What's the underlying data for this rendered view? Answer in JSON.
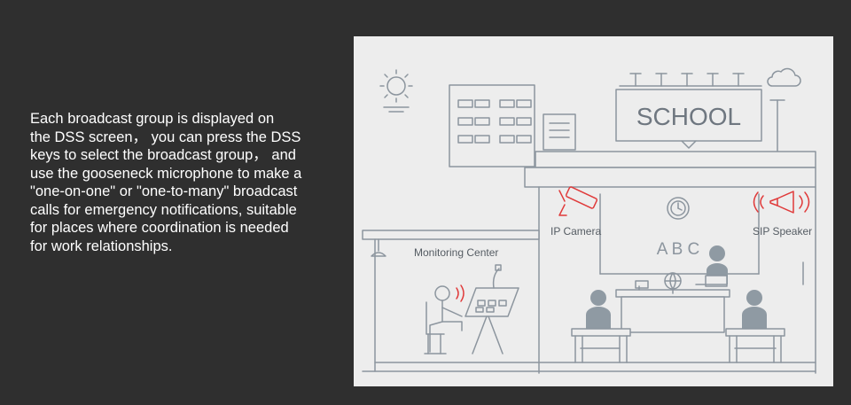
{
  "description": "Each broadcast group is displayed on\nthe DSS screen， you can press the DSS\nkeys to select the broadcast group， and\nuse the gooseneck microphone to make a\n\"one-on-one\" or \"one-to-many\" broadcast\ncalls for emergency notifications, suitable\nfor places where coordination is needed\nfor work relationships.",
  "diagram": {
    "sign": "SCHOOL",
    "labels": {
      "ip_camera": "IP Camera",
      "sip_speaker": "SIP Speaker",
      "monitoring_center": "Monitoring Center",
      "board": "A B C"
    },
    "colors": {
      "page_bg": "#2f2f2f",
      "panel_bg": "#ededed",
      "line": "#8c959e",
      "person": "#8f9aa3",
      "accent_red": "#e03a3a"
    },
    "icons": [
      "sun-icon",
      "cloud-icon",
      "ip-camera-icon",
      "sip-speaker-icon",
      "clock-icon",
      "globe-icon",
      "gooseneck-microphone-icon",
      "ceiling-lamp-icon"
    ]
  }
}
